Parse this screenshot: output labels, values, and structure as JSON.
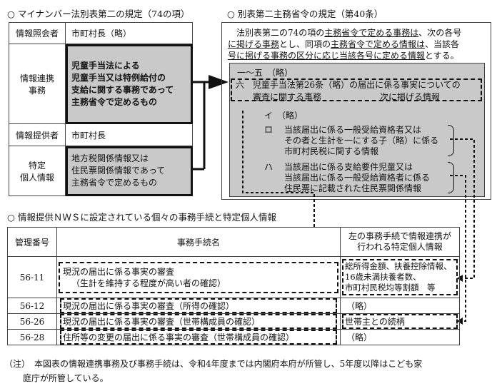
{
  "left_title": "○ マイナンバー法別表第二の規定（74の項）",
  "right_title": "○ 別表第二主務省令の規定（第40条）",
  "left_table": {
    "r1": {
      "key": "情報照会者",
      "val": "市町村長（略）"
    },
    "r2": {
      "key_l1": "情報連携",
      "key_l2": "事務",
      "val_l1": "児童手当法による",
      "val_l2": "児童手当又は特例給付の",
      "val_l3": "支給に関する事務であって",
      "val_l4": "主務省令で定めるもの"
    },
    "r3": {
      "key": "情報提供者",
      "val": "市町村長"
    },
    "r4": {
      "key_l1": "特定",
      "key_l2": "個人情報",
      "val_l1": "地方税関係情報又は",
      "val_l2": "住民票関係情報であって",
      "val_l3": "主務省令で定めるもの"
    }
  },
  "right_box": {
    "p1_a": "法別表第二の74の項の",
    "p1_b": "主務省令で定める事務は",
    "p1_c": "、次の各号",
    "p2_a": "に掲げる事務",
    "p2_b": "とし、同項の",
    "p2_c": "主務省令で定める情報は",
    "p2_d": "、当該各",
    "p3_a": "号に掲げる事務の区分に応じ当該各号に定める情報",
    "p3_b": "とする。",
    "item_15": "一～五　（略）",
    "item_6_no": "六",
    "item_6_l1": "児童手当法第26条（略）の届出に係る事実についての",
    "item_6_l2": "審査に関する事務",
    "item_6_l2b": "次に掲げる情報",
    "sub_i": "イ　（略）",
    "sub_ro_no": "ロ",
    "sub_ro_l1": "当該届出に係る一般受給資格者又は",
    "sub_ro_l2": "その者と生計を一にする子（略）に係る",
    "sub_ro_l3": "市町村民税に関する情報",
    "sub_ha_no": "ハ",
    "sub_ha_l1": "当該届出に係る支給要件児童又は",
    "sub_ha_l2": "当該届出に係る一般受給資格者に係る",
    "sub_ha_l3": "住民票に記載された住民票関係情報"
  },
  "bottom_title": "○ 情報提供ＮＷＳに設定されている個々の事務手続と特定個人情報",
  "bottom_table": {
    "headers": {
      "h1": "管理番号",
      "h2": "事務手続名",
      "h3_l1": "左の事務手続で情報連携が",
      "h3_l2": "行われる特定個人情報"
    },
    "rows": [
      {
        "no": "56-11",
        "name_l1": "現況の届出に係る事実の審査",
        "name_l2": "（生計を維持する程度が高い者の確認）",
        "info_l1": "総所得金額、扶養控除情報、",
        "info_l2": "16歳未満扶養者数、",
        "info_l3": "市町村民税均等割額　等"
      },
      {
        "no": "56-12",
        "name": "現況の届出に係る事実の審査（所得の確認）",
        "info": "（略）"
      },
      {
        "no": "56-26",
        "name": "現況の届出に係る事実の審査（世帯構成員の確認）",
        "info": "世帯主との続柄"
      },
      {
        "no": "56-28",
        "name": "住所等の変更の届出に係る事実の審査（世帯構成員の確認）",
        "info": "（略）"
      }
    ]
  },
  "note_l1": "（注）　本図表の情報連携事務及び事務手続は、令和4年度までは内閣府本府が所管し、5年度以降はこども家",
  "note_l2": "庭庁が所管している。"
}
